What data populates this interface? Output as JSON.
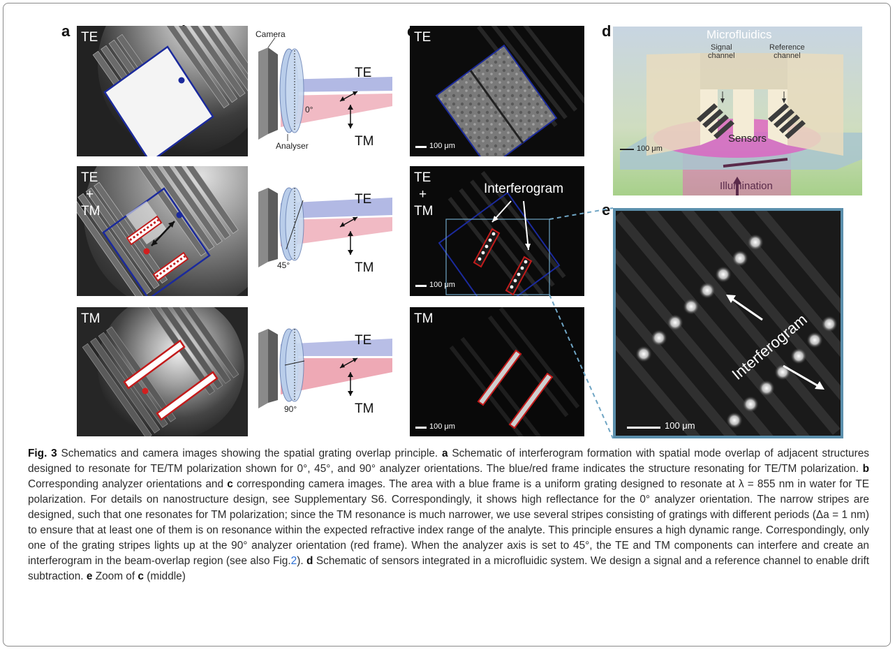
{
  "panel_labels": {
    "a": "a",
    "b": "b",
    "c": "c",
    "d": "d",
    "e": "e"
  },
  "panel_a": {
    "top_label": "TE",
    "mid_label_1": "TE",
    "mid_label_2": "+",
    "mid_label_3": "TM",
    "bottom_label": "TM"
  },
  "panel_b": {
    "camera_label": "Camera",
    "analyser_label": "Analyser",
    "te_label": "TE",
    "tm_label": "TM",
    "angles": [
      "0°",
      "45°",
      "90°"
    ]
  },
  "panel_c": {
    "top_label": "TE",
    "mid_label_1": "TE",
    "mid_label_2": "+",
    "mid_label_3": "TM",
    "bottom_label": "TM",
    "scale_bar": "100 μm",
    "interferogram_label": "Interferogram"
  },
  "panel_d": {
    "title": "Microfluidics",
    "signal_channel": "Signal\nchannel",
    "reference_channel": "Reference\nchannel",
    "sensors": "Sensors",
    "illumination": "Illumination",
    "scale_bar": "100 μm"
  },
  "panel_e": {
    "interferogram_label": "Interferogram",
    "scale_bar": "100 μm"
  },
  "caption": {
    "fig": "Fig. 3",
    "title": "Schematics and camera images showing the spatial grating overlap principle.",
    "a_letter": "a",
    "a_text": "Schematic of interferogram formation with spatial mode overlap of adjacent structures designed to resonate for TE/TM polarization shown for 0°, 45°, and 90° analyzer orientations. The blue/red frame indicates the structure resonating for TE/TM polarization.",
    "b_letter": "b",
    "b_text": "Corresponding analyzer orientations and",
    "c_letter": "c",
    "c_text": "corresponding camera images. The area with a blue frame is a uniform grating designed to resonate at λ = 855 nm in water for TE polarization. For details on nanostructure design, see Supplementary S6. Correspondingly, it shows high reflectance for the 0° analyzer orientation. The narrow stripes are designed, such that one resonates for TM polarization; since the TM resonance is much narrower, we use several stripes consisting of gratings with different periods (Δa = 1 nm) to ensure that at least one of them is on resonance within the expected refractive index range of the analyte. This principle ensures a high dynamic range. Correspondingly, only one of the grating stripes lights up at the 90° analyzer orientation (red frame). When the analyzer axis is set to 45°, the TE and TM components can interfere and create an interferogram in the beam-overlap region (see also Fig.",
    "fig_ref": "2",
    "c_text_end": ").",
    "d_letter": "d",
    "d_text": "Schematic of sensors integrated in a microfluidic system. We design a signal and a reference channel to enable drift subtraction.",
    "e_letter": "e",
    "e_text": "Zoom of",
    "e_ref_letter": "c",
    "e_text_end": "(middle)"
  }
}
